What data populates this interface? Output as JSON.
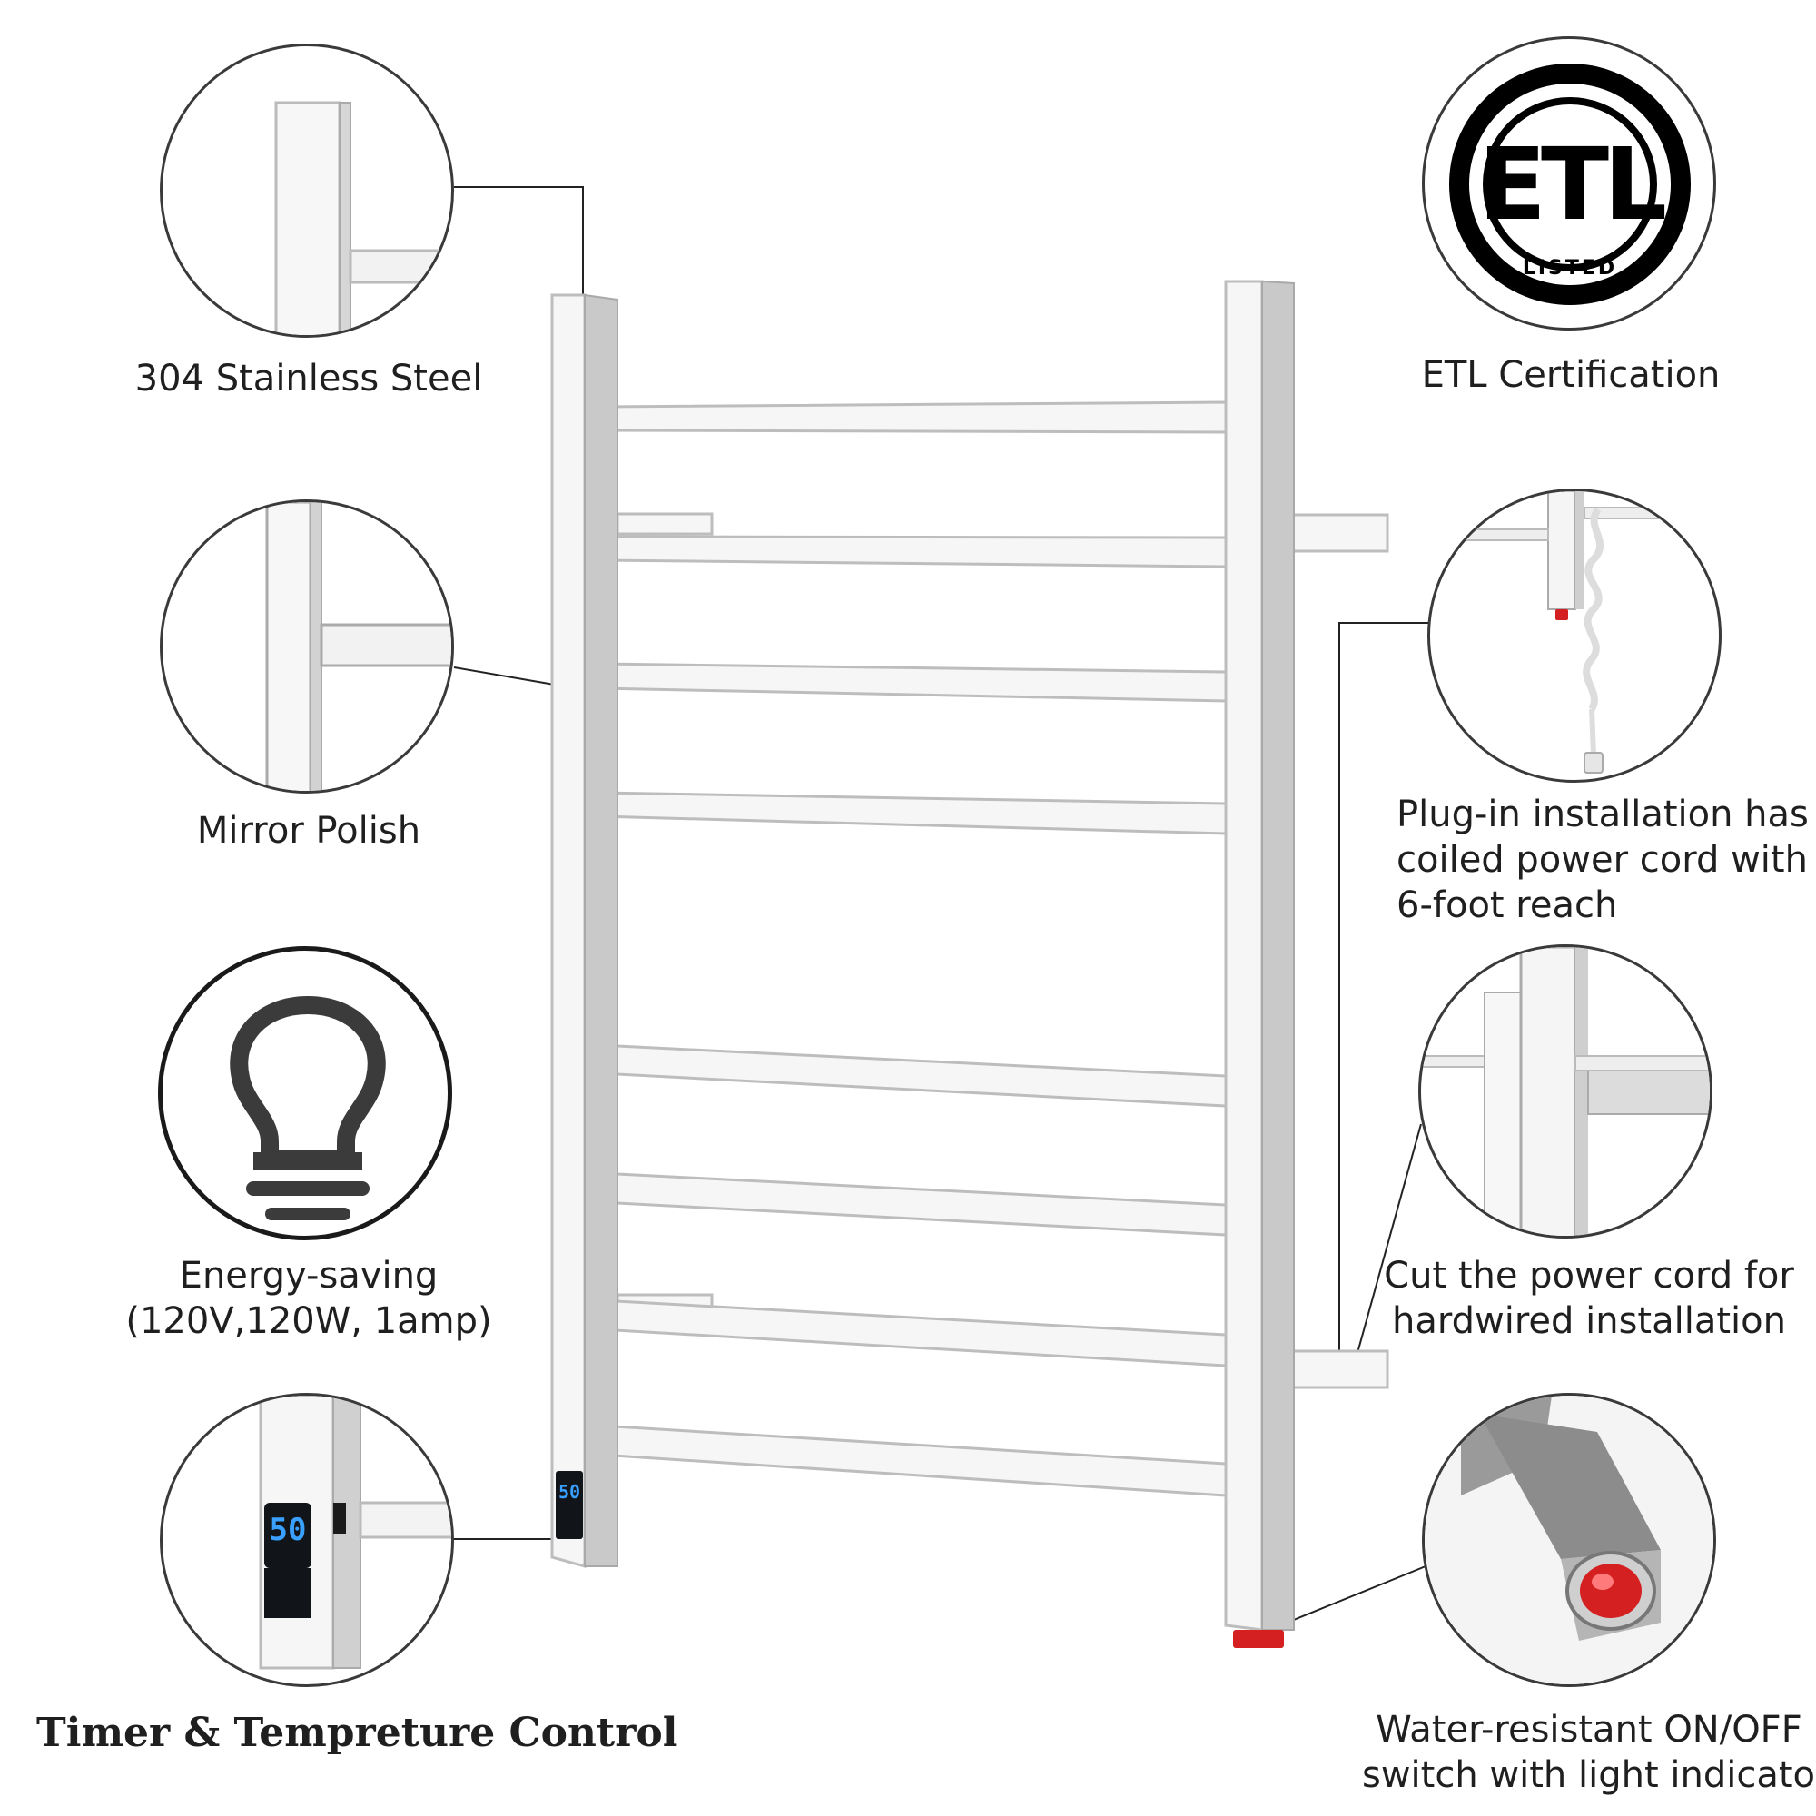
{
  "features": {
    "stainless": {
      "label": "304 Stainless Steel"
    },
    "polish": {
      "label": "Mirror Polish"
    },
    "energy": {
      "line1": "Energy-saving",
      "line2": "(120V,120W, 1amp)"
    },
    "timer": {
      "label": "Timer & Tempreture Control",
      "display": "50"
    },
    "etl": {
      "label": "ETL Certification",
      "logo_text": "ETL",
      "logo_sub": "LISTED"
    },
    "plug": {
      "line1": "Plug-in installation has",
      "line2": "coiled power cord with",
      "line3": "6-foot reach"
    },
    "hardwire": {
      "line1": "Cut the power cord for",
      "line2": "hardwired installation"
    },
    "switch": {
      "line1": "Water-resistant ON/OFF",
      "line2": "switch with light indicator"
    }
  },
  "colors": {
    "accent_red": "#d42020",
    "display_blue": "#3aa0ff",
    "display_bg": "#101418"
  }
}
